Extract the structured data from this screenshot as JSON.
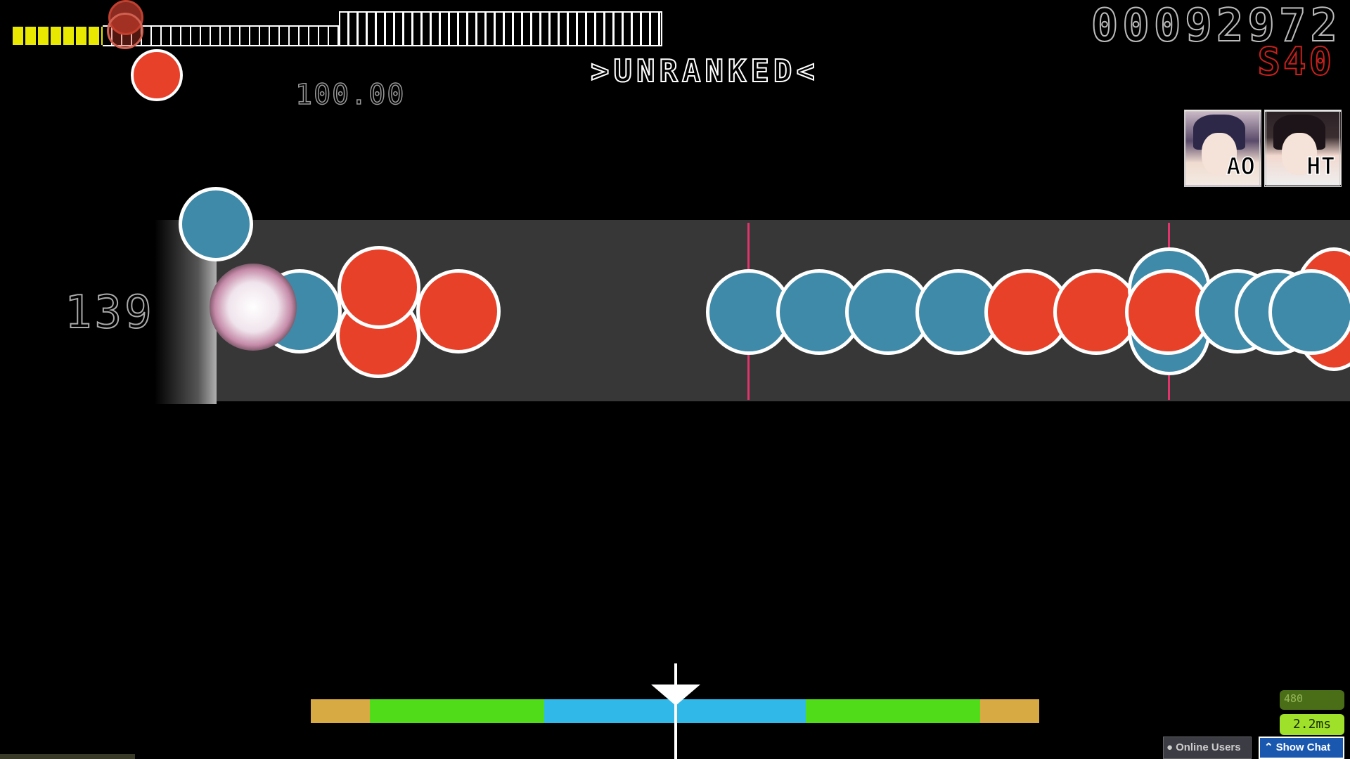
{
  "hud": {
    "score": "00092972",
    "combo_red": "S40",
    "accuracy": "100.00",
    "unranked_label": ">UNRANKED<",
    "combo_count": "139"
  },
  "health": {
    "level": 0.14,
    "fill_color": "#e8e800"
  },
  "mods": [
    {
      "label": "AO",
      "icon": "mod-ao-icon"
    },
    {
      "label": "HT",
      "icon": "mod-ht-icon"
    }
  ],
  "colors": {
    "don": "#e8412a",
    "kat": "#3f8aa8",
    "barline": "#e0346a",
    "playfield": "#373737"
  },
  "timing_bar": {
    "segments": [
      {
        "color": "#d8aa44"
      },
      {
        "color": "#50dc18"
      },
      {
        "color": "#30b8e8"
      },
      {
        "color": "#30b8e8"
      },
      {
        "color": "#50dc18"
      },
      {
        "color": "#d8aa44"
      }
    ]
  },
  "perf": {
    "fps": "480",
    "latency": "2.2ms"
  },
  "buttons": {
    "online_users": "Online Users",
    "show_chat": "Show Chat"
  }
}
